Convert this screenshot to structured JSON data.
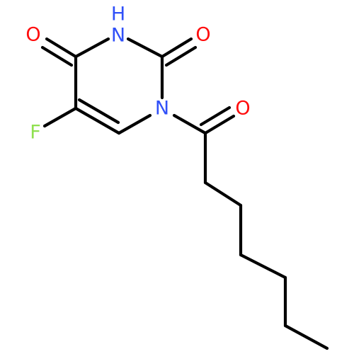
{
  "molecule": {
    "atoms": [
      {
        "id": "N3",
        "label": "H",
        "color": "#3050f8"
      },
      {
        "id": "N3b",
        "label": "N",
        "color": "#3050f8"
      },
      {
        "id": "O4",
        "label": "O",
        "color": "#ff0d0d"
      },
      {
        "id": "O2",
        "label": "O",
        "color": "#ff0d0d"
      },
      {
        "id": "N1",
        "label": "N",
        "color": "#3050f8"
      },
      {
        "id": "O7",
        "label": "O",
        "color": "#ff0d0d"
      },
      {
        "id": "F5",
        "label": "F",
        "color": "#90e050"
      }
    ],
    "colors": {
      "bond": "#000000",
      "nitrogen": "#3050f8",
      "oxygen": "#ff0d0d",
      "fluorine": "#90e050"
    }
  }
}
